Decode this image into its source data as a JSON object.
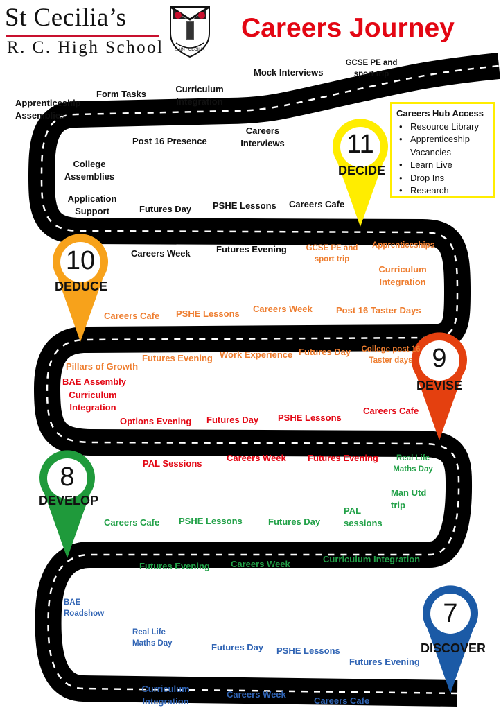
{
  "header": {
    "school_name": "St Cecilia’s",
    "school_subtitle": "R. C. High School",
    "crest_text": "SAINT CECILIA",
    "title": "Careers Journey"
  },
  "colors": {
    "decide": "#ffed00",
    "deduce": "#f7a21b",
    "devise": "#e4400f",
    "develop": "#1f9a3b",
    "discover": "#1b5aa6",
    "road": "#000000"
  },
  "stages": [
    {
      "number": "11",
      "name": "DECIDE"
    },
    {
      "number": "10",
      "name": "DEDUCE"
    },
    {
      "number": "9",
      "name": "DEVISE"
    },
    {
      "number": "8",
      "name": "DEVELOP"
    },
    {
      "number": "7",
      "name": "DISCOVER"
    }
  ],
  "careers_hub": {
    "title": "Careers Hub Access",
    "items": [
      "Resource Library",
      "Apprenticeship Vacancies",
      "Learn Live",
      "Drop Ins",
      "Research"
    ]
  },
  "year11": {
    "mock_interviews": "Mock Interviews",
    "gcse_pe": "GCSE PE and sport trip",
    "apprenticeship_assemblies": "Apprenticeship Assemblies",
    "form_tasks": "Form Tasks",
    "curriculum_integration": "Curriculum Integration",
    "post16_presence": "Post 16 Presence",
    "careers_interviews": "Careers Interviews",
    "college_assemblies": "College Assemblies",
    "application_support": "Application Support",
    "futures_day": "Futures Day",
    "pshe_lessons": "PSHE Lessons",
    "careers_cafe": "Careers Cafe",
    "careers_week": "Careers Week",
    "futures_evening": "Futures Evening"
  },
  "year10": {
    "gcse_pe": "GCSE PE and sport trip",
    "apprenticeships": "Apprenticeships",
    "curriculum_integration": "Curriculum Integration",
    "careers_cafe": "Careers Cafe",
    "pshe_lessons": "PSHE Lessons",
    "careers_week": "Careers Week",
    "post16_taster": "Post 16 Taster Days",
    "pillars": "Pillars of Growth",
    "futures_evening": "Futures Evening",
    "work_experience": "Work Experience",
    "futures_day": "Futures Day",
    "college_taster": "College post 16 Taster days"
  },
  "year9": {
    "bae_assembly": "BAE Assembly",
    "curriculum_integration": "Curriculum Integration",
    "options_evening": "Options Evening",
    "futures_day": "Futures Day",
    "pshe_lessons": "PSHE Lessons",
    "careers_cafe": "Careers Cafe",
    "pal_sessions": "PAL Sessions",
    "careers_week": "Careers Week",
    "futures_evening": "Futures Evening"
  },
  "year8": {
    "real_life_maths": "Real Life Maths Day",
    "man_utd": "Man Utd trip",
    "careers_cafe": "Careers Cafe",
    "pshe_lessons": "PSHE Lessons",
    "futures_day": "Futures Day",
    "pal_sessions": "PAL sessions",
    "futures_evening": "Futures Evening",
    "careers_week": "Careers Week",
    "curriculum_integration": "Curriculum Integration"
  },
  "year7": {
    "bae_roadshow": "BAE Roadshow",
    "real_life_maths": "Real Life Maths Day",
    "futures_day": "Futures Day",
    "pshe_lessons": "PSHE Lessons",
    "futures_evening": "Futures Evening",
    "curriculum_integration": "Curriculum Integration",
    "careers_week": "Careers Week",
    "careers_cafe": "Careers Cafe"
  }
}
